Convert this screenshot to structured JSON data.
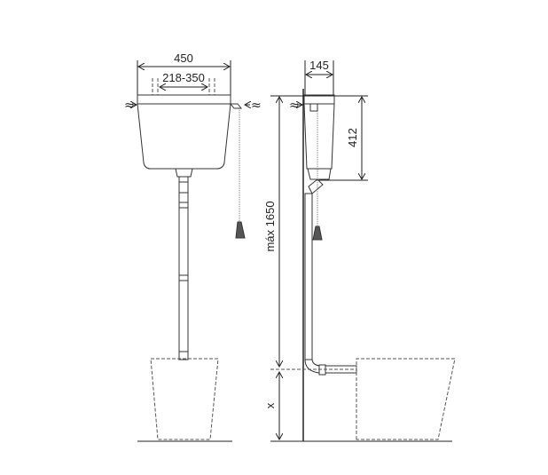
{
  "dimensions": {
    "tank_width": "450",
    "inlet_spacing": "218-350",
    "tank_depth": "145",
    "tank_height": "412",
    "max_height": "máx 1650",
    "bowl_height": "x"
  },
  "icons": [
    "water-inlet-icon",
    "cistern",
    "pull-chain-handle",
    "flush-pipe",
    "toilet-bowl-outline"
  ],
  "colors": {
    "line": "#222222",
    "background": "#ffffff"
  }
}
